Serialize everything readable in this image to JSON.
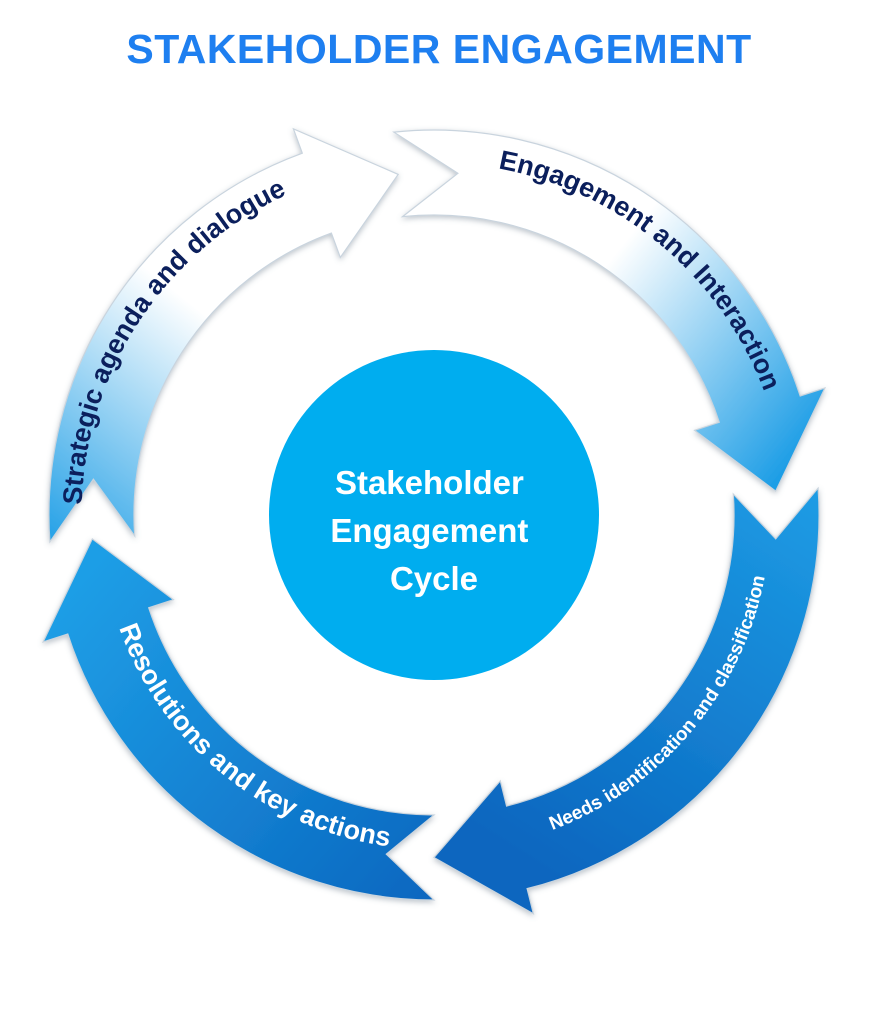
{
  "title": "STAKEHOLDER ENGAGEMENT",
  "center": {
    "lines": [
      "Stakeholder",
      "Engagement",
      "Cycle"
    ]
  },
  "segments": [
    {
      "label": "Engagement and Interaction"
    },
    {
      "label": "Needs identification and classification"
    },
    {
      "label": "Resolutions and key actions"
    },
    {
      "label": "Strategic agenda and dialogue"
    }
  ],
  "colors": {
    "title": "#1e7ff0",
    "center": "#00adef",
    "arrow_dark": "#0a66bf",
    "arrow_mid": "#1e9ee6",
    "arrow_light": "#ffffff",
    "dark_text": "#0b1f5c",
    "light_text": "#ffffff"
  }
}
